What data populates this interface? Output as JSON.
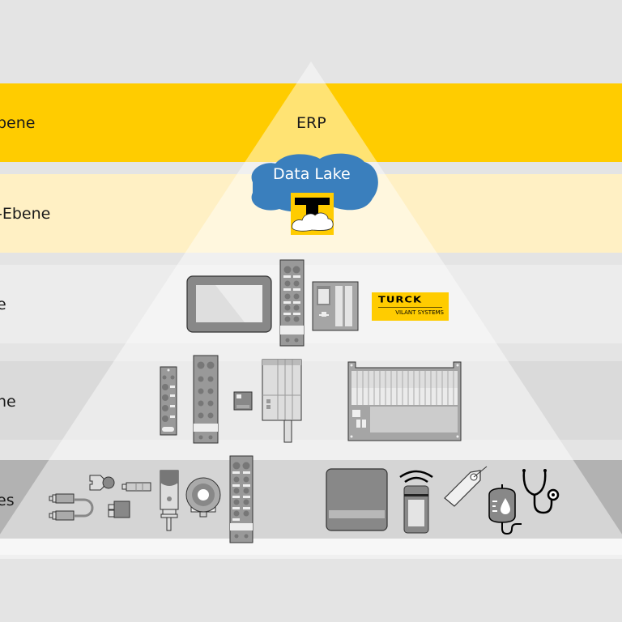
{
  "diagram": {
    "title": "Automation pyramid",
    "levels": [
      {
        "label": "bene",
        "color": "#ffcc00"
      },
      {
        "label": "-Ebene",
        "color": "#fff0c4"
      },
      {
        "label": "e",
        "color": "#ececec"
      },
      {
        "label": "ne",
        "color": "#dadada"
      },
      {
        "label": "es",
        "color": "#b2b2b2"
      }
    ],
    "apex": {
      "erp_label": "ERP",
      "cloud_label": "Data Lake",
      "cloud_color": "#3a7fbd"
    },
    "brand": {
      "logo_text": "TURCK",
      "logo_subtext": "VILANT SYSTEMS",
      "logo_color": "#ffcc00"
    },
    "icons": {
      "level3": [
        "hmi-panel-icon",
        "io-module-icon",
        "controller-icon",
        "turck-vilant-logo"
      ],
      "level4": [
        "io-block-small-icon",
        "io-block-icon",
        "connector-box-icon",
        "plc-module-icon",
        "rack-system-icon"
      ],
      "level5": [
        "cable-icon",
        "rfid-reader-icon",
        "connector-icon",
        "valve-icon",
        "sensor-icon",
        "ultrasonic-sensor-icon",
        "io-module-icon",
        "rfid-antenna-icon",
        "handheld-reader-icon",
        "tag-icon",
        "iv-bag-icon",
        "stethoscope-icon"
      ]
    }
  }
}
